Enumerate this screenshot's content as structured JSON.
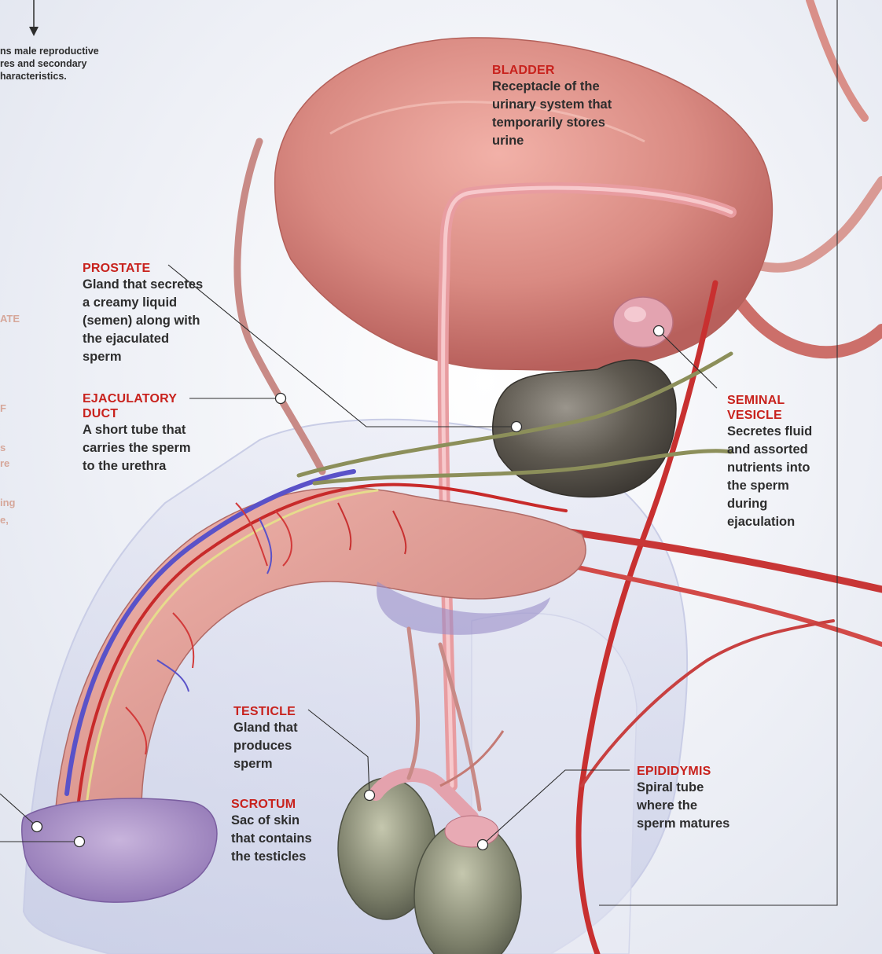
{
  "intro": {
    "text": "ns male reproductive\nres and secondary\nharacteristics."
  },
  "faded_edge": [
    "ATE",
    "F",
    "s",
    "re",
    "ing",
    "e,"
  ],
  "labels": {
    "bladder": {
      "title": "BLADDER",
      "desc": "Receptacle of the urinary system that temporarily stores urine"
    },
    "prostate": {
      "title": "PROSTATE",
      "desc": "Gland that secretes a creamy liquid (semen) along with the ejaculated sperm"
    },
    "ejaculatory_duct": {
      "title": "EJACULATORY DUCT",
      "desc": "A short tube that carries the sperm to the urethra"
    },
    "seminal_vesicle": {
      "title": "SEMINAL VESICLE",
      "desc": "Secretes fluid and assorted nutrients into the sperm during ejaculation"
    },
    "testicle": {
      "title": "TESTICLE",
      "desc": "Gland that produces sperm"
    },
    "scrotum": {
      "title": "SCROTUM",
      "desc": "Sac of skin that contains the testicles"
    },
    "epididymis": {
      "title": "EPIDIDYMIS",
      "desc": "Spiral tube where the sperm matures"
    }
  },
  "colors": {
    "label_title": "#c8221d",
    "body_text": "#2d2d2d",
    "bladder": "#d9807b",
    "prostate": "#5e5950",
    "artery": "#c82a2a",
    "vein": "#5a52c8",
    "nerve": "#e6dc8c",
    "skin": "#c8cce8"
  }
}
